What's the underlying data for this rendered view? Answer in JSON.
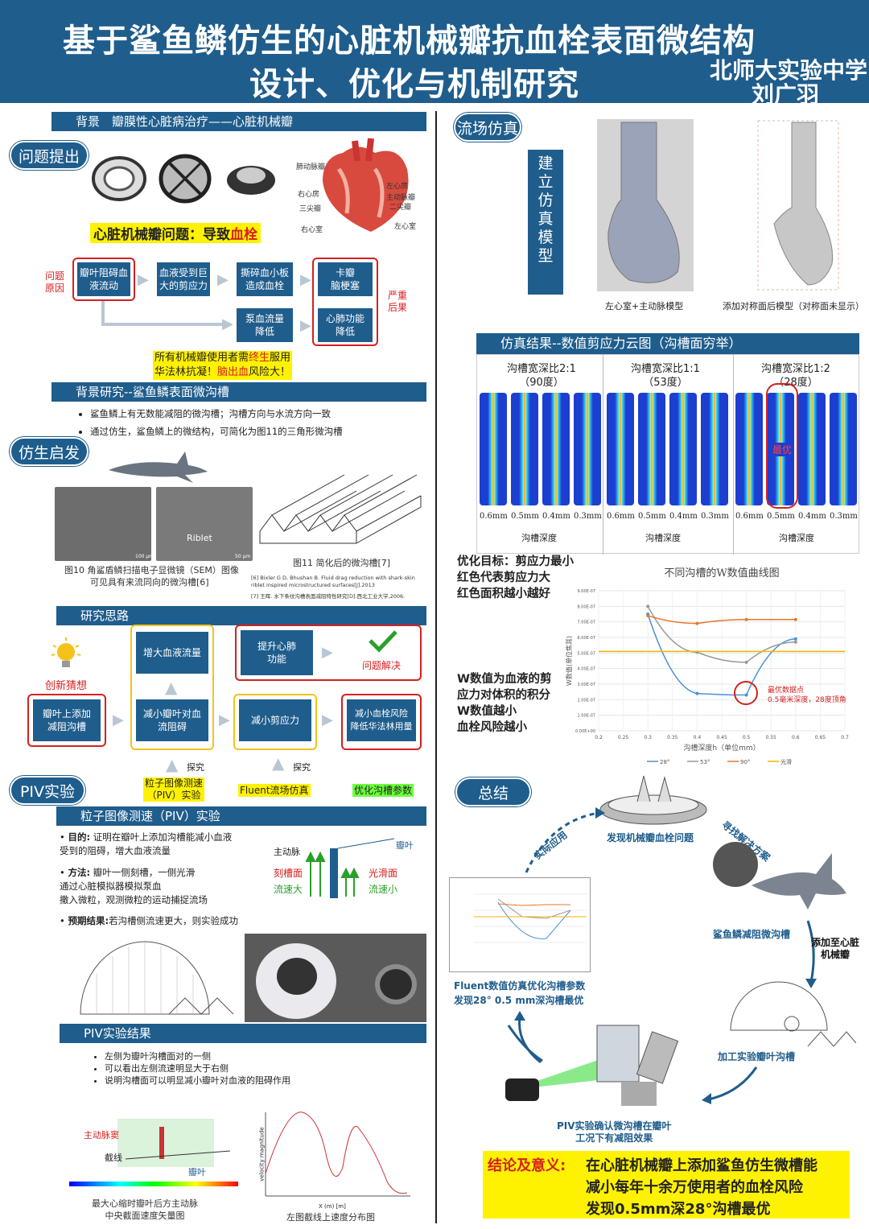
{
  "header": {
    "title_line1": "基于鲨鱼鳞仿生的心脏机械瓣抗血栓表面微结构",
    "title_line2": "设计、优化与机制研究",
    "school": "北师大实验中学",
    "author": "刘广羽"
  },
  "left": {
    "bg_bar": "背景　瓣膜性心脏病治疗——心脏机械瓣",
    "pill_problem": "问题提出",
    "heart_labels": [
      "肺动脉瓣",
      "右心房",
      "三尖瓣",
      "右心室",
      "左心房",
      "主动脉瓣",
      "二尖瓣",
      "左心室"
    ],
    "valve_problem_prefix": "心脏机械瓣问题：导致",
    "valve_problem_highlight": "血栓",
    "cause_label": "问题\n原因",
    "consequence_label": "严重\n后果",
    "flow": [
      "瓣叶阻碍血\n液流动",
      "血液受到巨\n大的剪应力",
      "撕碎血小板\n造成血栓",
      "卡瓣\n脑梗塞",
      "泵血流量\n降低",
      "心肺功能\n降低"
    ],
    "warning1_pre": "所有机械瓣使用者需",
    "warning1_hl": "终生",
    "warning1_post": "服用",
    "warning2_pre": "华法林抗凝！",
    "warning2_hl": "脑出血",
    "warning2_post": "风险大！",
    "research_bar": "背景研究--鲨鱼鳞表面微沟槽",
    "bullets1": [
      "鲨鱼鳞上有无数能减阻的微沟槽；沟槽方向与水流方向一致",
      "通过仿生，鲨鱼鳞上的微结构，可简化为图11的三角形微沟槽"
    ],
    "pill_bionic": "仿生启发",
    "sem_scale1": "100 μm",
    "sem_scale2": "50 μm",
    "riblet": "Riblet",
    "fig10_line1": "图10 角鲨盾鳞扫描电子显微镜（SEM）图像",
    "fig10_line2": "可见具有来流同向的微沟槽[6]",
    "fig11": "图11 简化后的微沟槽[7]",
    "ref1": "[6] Bixler G D, Bhushan B. Fluid drag reduction with shark-skin riblet inspired microstructured surfaces[J].2013",
    "ref2": "[7] 王晖. 水下条纹沟槽表面减阻特性研究[D].西北工业大学,2006.",
    "idea_bar": "研究思路",
    "idea_guess": "创新猜想",
    "idea_boxes": [
      "瓣叶上添加\n减阻沟槽",
      "减小瓣叶对血\n流阻碍",
      "增大血液流量",
      "减小剪应力",
      "提升心肺\n功能",
      "减小血栓风险\n降低华法林用量",
      "问题解决"
    ],
    "explore1": "探究",
    "explore2": "探究",
    "method_piv": "粒子图像测速\n（PIV）实验",
    "method_fluent": "Fluent流场仿真",
    "method_opt": "优化沟槽参数",
    "pill_piv": "PIV实验",
    "piv_bar": "粒子图像测速（PIV）实验",
    "goal_label": "目的:",
    "goal_text": "证明在瓣叶上添加沟槽能减小血液\n受到的阻碍，增大血液流量",
    "method_label": "方法:",
    "method_text": "瓣叶一侧刻槽，一侧光滑\n通过心脏模拟器模拟泵血\n撒入微粒，观测微粒的运动捕捉流场",
    "expect_label": "预期结果:",
    "expect_text": "若沟槽侧流速更大，则实验成功",
    "diagram_labels": {
      "aorta": "主动脉",
      "leaflet": "瓣叶",
      "groove": "刻槽面",
      "fast": "流速大",
      "smooth": "光滑面",
      "slow": "流速小"
    },
    "piv_result_bar": "PIV实验结果",
    "piv_bullets": [
      "左侧为瓣叶沟槽面对的一侧",
      "可以看出左侧流速明显大于右侧",
      "说明沟槽面可以明显减小瓣叶对血液的阻碍作用"
    ],
    "vec_labels": {
      "sinus": "主动脉窦",
      "cut": "截线",
      "leaflet": "瓣叶"
    },
    "vec_caption": "最大心缩时瓣叶后方主动脉\n中央截面速度矢量图",
    "profile_caption": "左图截线上速度分布图",
    "profile_xlabel": "X (m) [m]",
    "profile_ylabel": "velocity magnitude"
  },
  "right": {
    "pill_flow": "流场仿真",
    "model_vtitle": "建\n立\n仿\n真\n模\n型",
    "model_caption1": "左心室+主动脉模型",
    "model_caption2": "添加对称面后模型（对称面未显示）",
    "sim_bar": "仿真结果--数值剪应力云图（沟槽面穷举）",
    "groups": [
      {
        "label": "沟槽宽深比2:1",
        "angle": "（90度）"
      },
      {
        "label": "沟槽宽深比1:1",
        "angle": "（53度）"
      },
      {
        "label": "沟槽宽深比1:2",
        "angle": "（28度）"
      }
    ],
    "depths": [
      "0.6mm",
      "0.5mm",
      "0.4mm",
      "0.3mm"
    ],
    "depth_axis": "沟槽深度",
    "best": "最优",
    "opt_text": [
      "优化目标：剪应力最小",
      "红色代表剪应力大",
      "红色面积越小越好"
    ],
    "w_text": [
      "W数值为血液的剪",
      "应力对体积的积分",
      "W数值越小",
      "血栓风险越小"
    ],
    "best_note": [
      "最优数据点",
      "0.5毫米深度，28度顶角"
    ],
    "pill_summary": "总结",
    "sum_labels": {
      "found": "发现机械瓣血栓问题",
      "seek": "寻找解决方案",
      "shark": "鲨鱼鳞减阻微沟槽",
      "add": "添加至心脏\n机械瓣",
      "machine": "加工实验瓣叶沟槽",
      "piv": "PIV实验确认微沟槽在瓣叶\n工况下有减阻效果",
      "fluent": "Fluent数值仿真优化沟槽参数\n发现28° 0.5 mm深沟槽最优",
      "apply": "实际应用"
    },
    "conclusion_label": "结论及意义:",
    "conclusion_lines": [
      "在心脏机械瓣上添加鲨鱼仿生微槽能",
      "减小每年十余万使用者的血栓风险",
      "发现0.5mm深28°沟槽最优"
    ]
  },
  "chart_data": {
    "type": "line",
    "title": "不同沟槽的W数值曲线图",
    "xlabel": "沟槽深度h（单位mm）",
    "ylabel": "W数值(单位焦耳)",
    "x": [
      0.3,
      0.4,
      0.5,
      0.6
    ],
    "xlim": [
      0.2,
      0.7
    ],
    "xticks": [
      "0.2",
      "0.25",
      "0.3",
      "0.35",
      "0.4",
      "0.45",
      "0.5",
      "0.55",
      "0.6",
      "0.65",
      "0.7"
    ],
    "ylim": [
      0,
      9e-07
    ],
    "yticks": [
      "0.00E+00",
      "1.00E-07",
      "2.00E-07",
      "3.00E-07",
      "4.00E-07",
      "5.00E-07",
      "6.00E-07",
      "7.00E-07",
      "8.00E-07",
      "9.00E-07"
    ],
    "series": [
      {
        "name": "28°",
        "color": "#4a90d9",
        "values": [
          7.5e-07,
          2.4e-07,
          2.3e-07,
          5.9e-07
        ]
      },
      {
        "name": "53°",
        "color": "#999999",
        "values": [
          8e-07,
          5.05e-07,
          4.4e-07,
          5.7e-07
        ]
      },
      {
        "name": "90°",
        "color": "#e8762c",
        "values": [
          7.4e-07,
          6.9e-07,
          7.15e-07,
          7.15e-07
        ]
      },
      {
        "name": "光滑",
        "color": "#f2b400",
        "values": [
          5.1e-07,
          5.1e-07,
          5.1e-07,
          5.1e-07
        ]
      }
    ],
    "grid": true,
    "legend": "bottom"
  }
}
